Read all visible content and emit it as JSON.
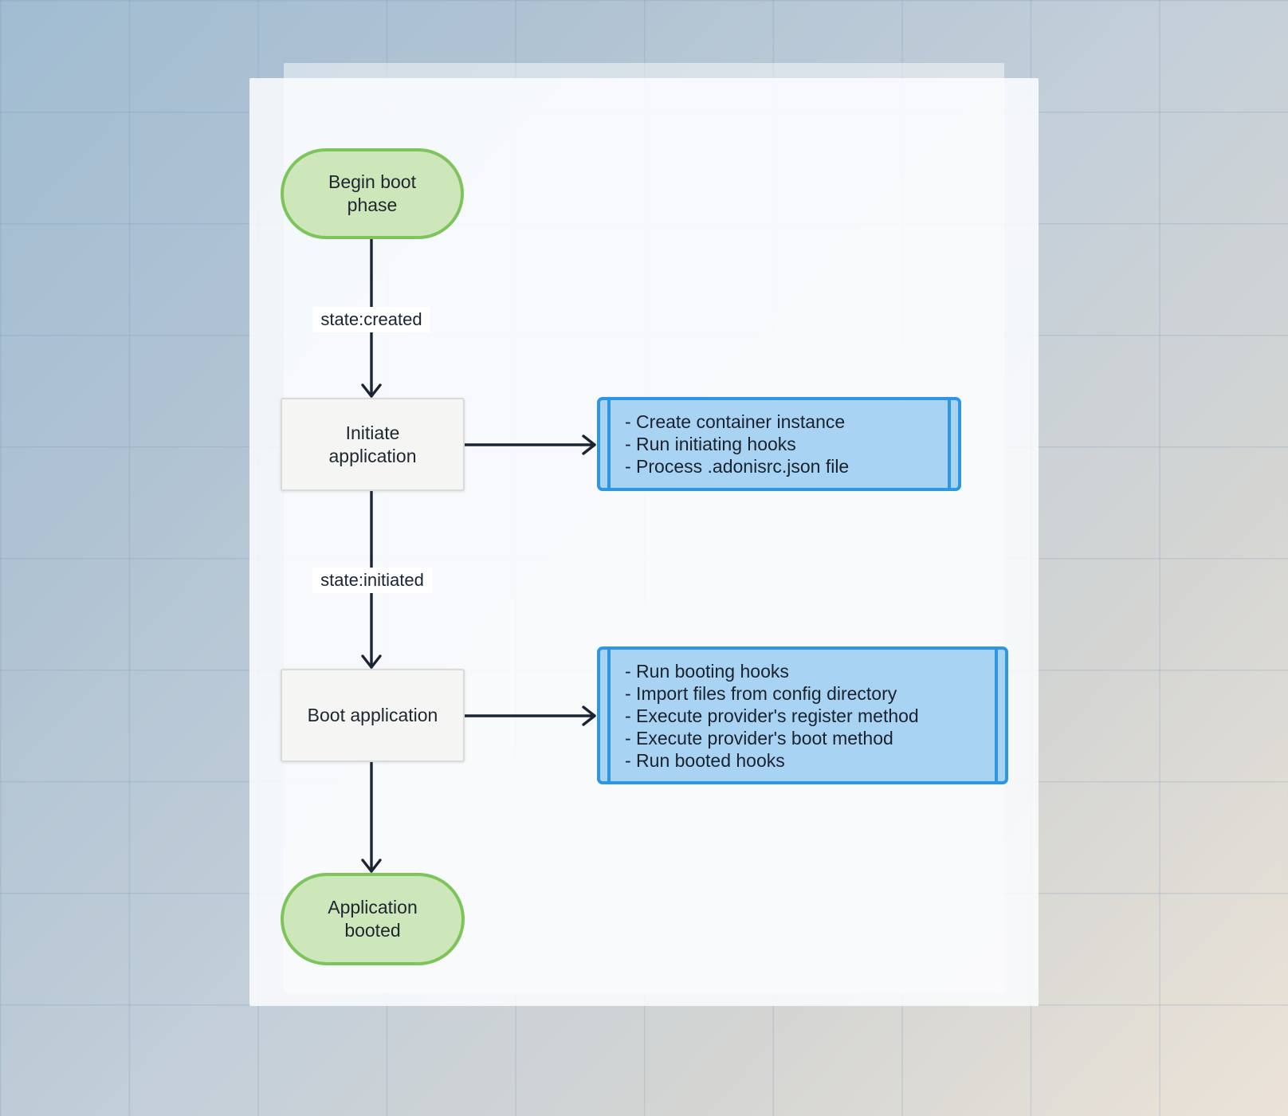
{
  "colors": {
    "stadium_fill": "#cde7bb",
    "stadium_border": "#7dc45a",
    "process_fill": "#f5f6f4",
    "process_border": "#d8dbd8",
    "subroutine_fill": "#a9d3f3",
    "subroutine_border": "#2e96e3",
    "edge": "#1b2433",
    "label_bg": "#ffffff",
    "text": "#1f2630"
  },
  "diagram": {
    "start_node": "Begin boot phase",
    "initiate_node": "Initiate application",
    "boot_node": "Boot application",
    "end_node": "Application booted",
    "edge_labels": {
      "created": "state:created",
      "initiated": "state:initiated"
    },
    "initiate_steps": [
      "- Create container instance",
      "- Run initiating hooks",
      "- Process .adonisrc.json file"
    ],
    "boot_steps": [
      "- Run booting hooks",
      "- Import files from config directory",
      "- Execute provider's register method",
      "- Execute provider's boot method",
      "- Run booted hooks"
    ]
  }
}
